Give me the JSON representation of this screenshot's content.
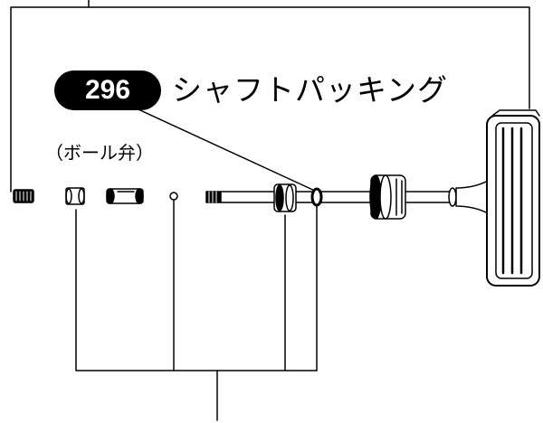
{
  "callout": {
    "part_number": "296",
    "part_name": "シャフトパッキング"
  },
  "labels": {
    "ball_valve": "（ボール弁）"
  },
  "colors": {
    "line": "#000000",
    "badge_bg": "#000000",
    "badge_text": "#ffffff",
    "background": "#ffffff"
  }
}
